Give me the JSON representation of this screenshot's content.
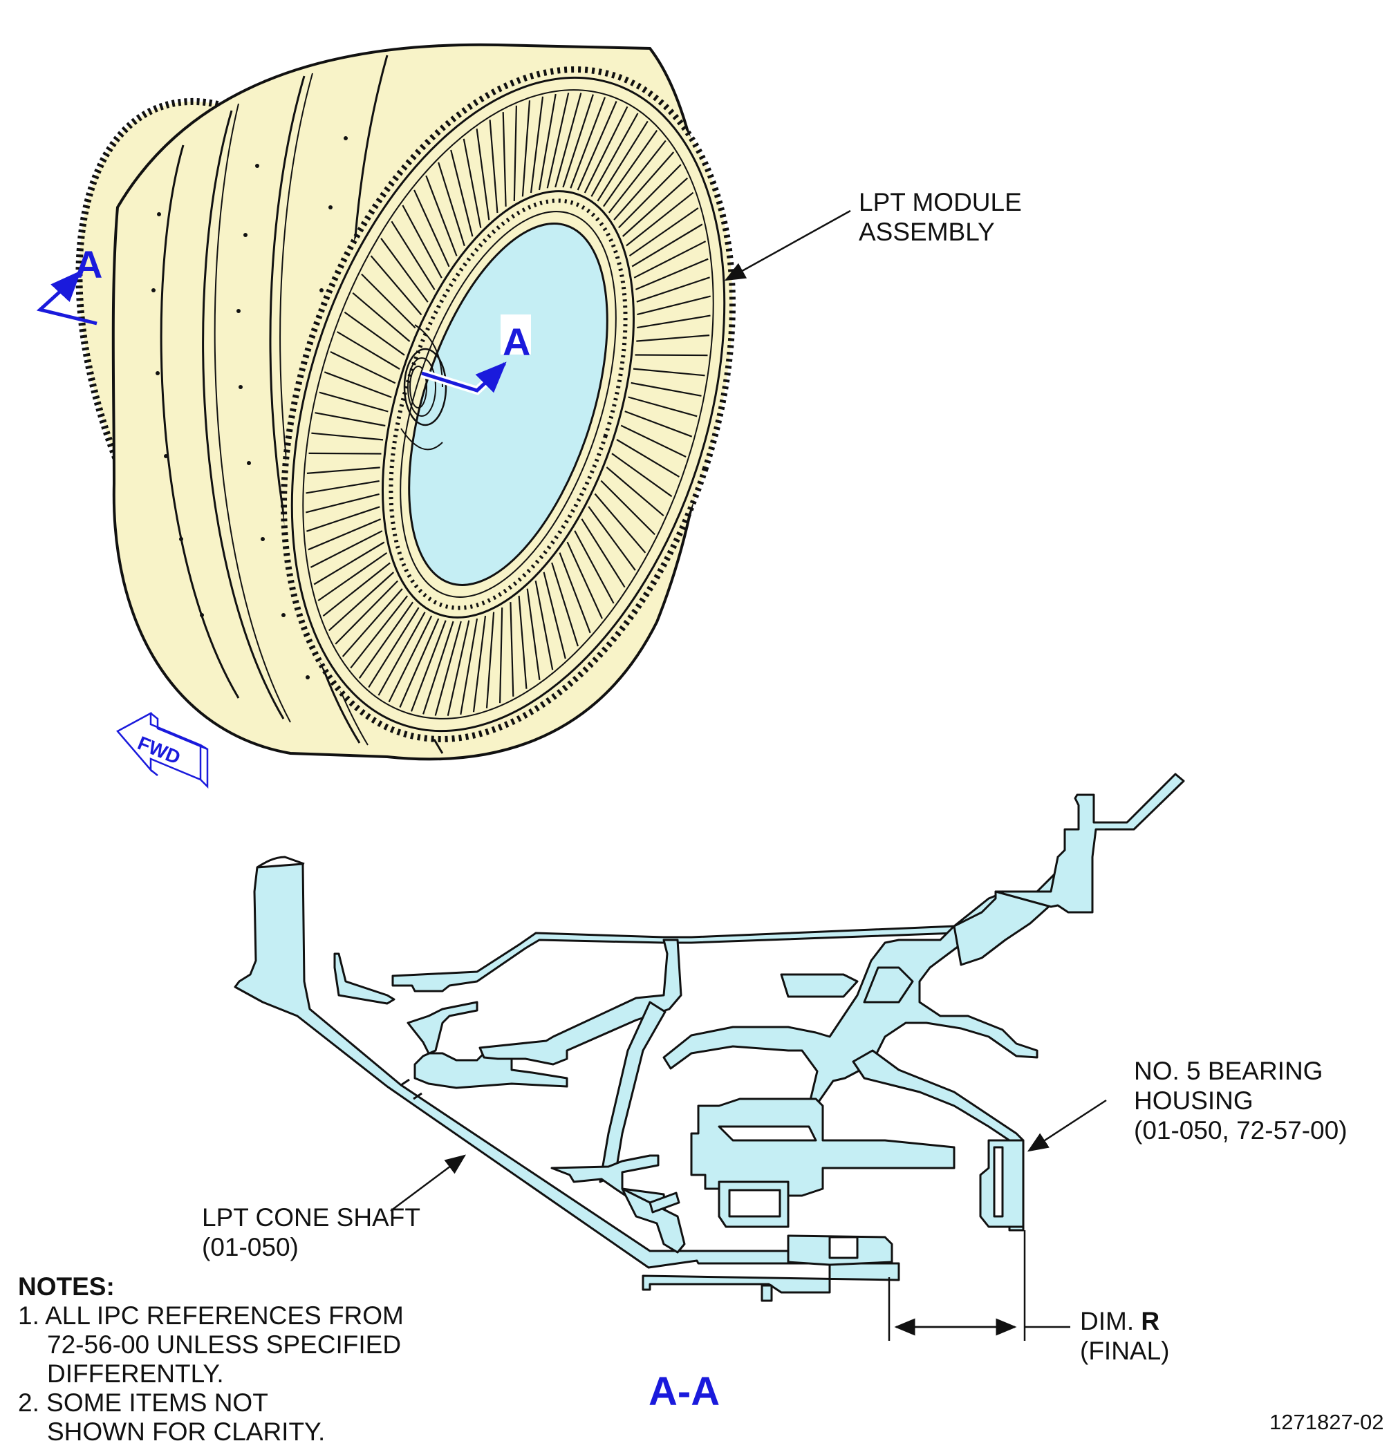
{
  "labels": {
    "lpt_module": [
      "LPT MODULE",
      "ASSEMBLY"
    ],
    "bearing_housing": [
      "NO. 5 BEARING",
      "HOUSING",
      "(01-050, 72-57-00)"
    ],
    "cone_shaft": [
      "LPT CONE SHAFT",
      "(01-050)"
    ]
  },
  "section_markers": {
    "left": "A",
    "center": "A"
  },
  "section_title": "A-A",
  "fwd_arrow": "FWD",
  "dimension": {
    "prefix": "DIM.",
    "letter": "R",
    "qualifier": "(FINAL)"
  },
  "notes": {
    "heading": "NOTES:",
    "items": [
      [
        "1. ALL IPC REFERENCES FROM",
        "72-56-00 UNLESS SPECIFIED",
        "DIFFERENTLY."
      ],
      [
        "2. SOME ITEMS NOT",
        "SHOWN FOR CLARITY."
      ]
    ]
  },
  "figure_number": "1271827-02",
  "colors": {
    "module_fill": "#f8f3c8",
    "section_fill": "#c5eef4",
    "marker_blue": "#1a1adc",
    "line": "#111111"
  }
}
